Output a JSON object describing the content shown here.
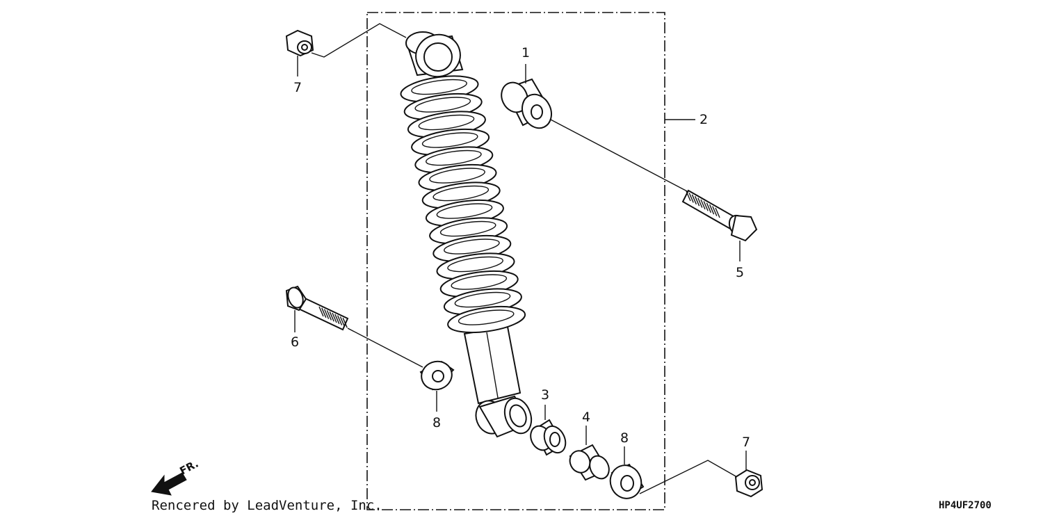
{
  "callouts": {
    "c1": "1",
    "c2": "2",
    "c3": "3",
    "c4": "4",
    "c5": "5",
    "c6": "6",
    "c7_top": "7",
    "c7_bottom": "7",
    "c8_left": "8",
    "c8_right": "8"
  },
  "direction_label": "FR.",
  "credit": "Rencered by LeadVenture, Inc.",
  "diagram_code": "HP4UF2700"
}
